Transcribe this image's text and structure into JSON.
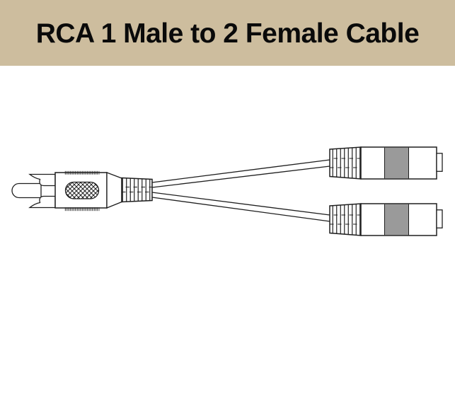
{
  "banner": {
    "title": "RCA 1 Male to 2 Female Cable"
  },
  "colors": {
    "banner_bg": "#cdbd9e",
    "banner_text": "#0a0a0a",
    "page_bg": "#ffffff",
    "line": "#1f1f1f"
  },
  "illustration": {
    "type": "line-drawing",
    "subject": "RCA splitter cable: one male plug on the left splitting into two female jacks on the right",
    "parts": [
      "rca-male-plug",
      "cable-y-split",
      "rca-female-jack-top",
      "rca-female-jack-bottom"
    ]
  }
}
